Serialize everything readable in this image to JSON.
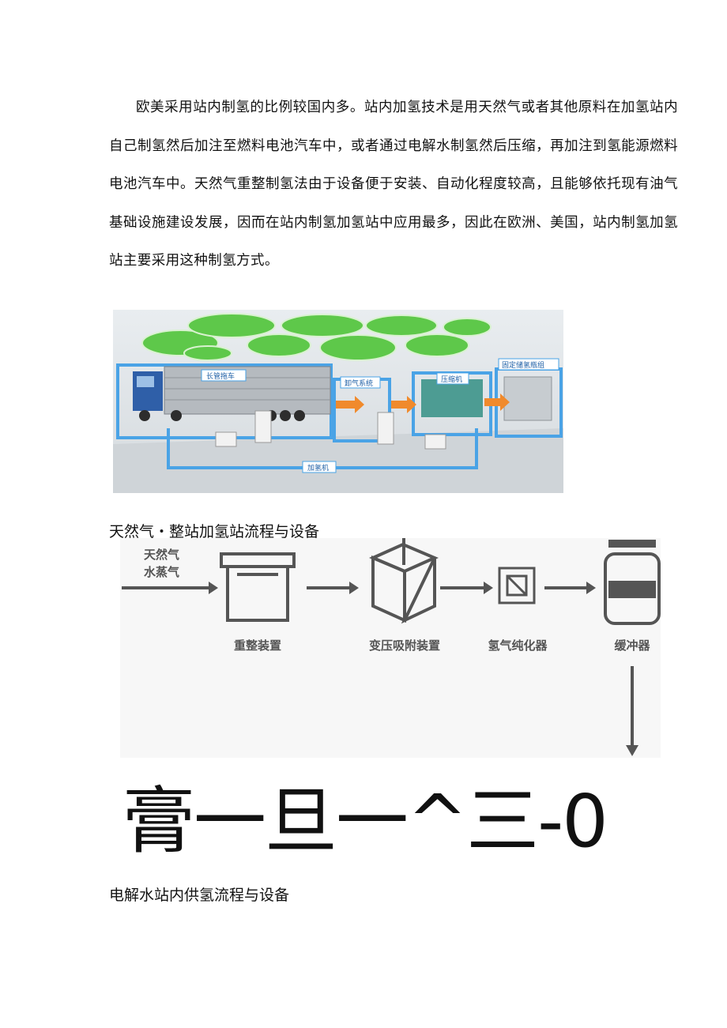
{
  "paragraph": "欧美采用站内制氢的比例较国内多。站内加氢技术是用天然气或者其他原料在加氢站内自己制氢然后加注至燃料电池汽车中，或者通过电解水制氢然后压缩，再加注到氢能源燃料电池汽车中。天然气重整制氢法由于设备便于安装、自动化程度较高，且能够依托现有油气基础设施建设发展，因而在站内制氢加氢站中应用最多，因此在欧洲、美国，站内制氢加氢站主要采用这种制氢方式。",
  "photo": {
    "labels": {
      "tube_trailer": "长管拖车",
      "unloading": "卸气系统",
      "compressor": "压缩机",
      "storage": "固定储氢瓶组",
      "dispenser": "加氢机"
    }
  },
  "caption1": "天然气・整站加氢站流程与设备",
  "flow": {
    "input_line1": "天然气",
    "input_line2": "水蒸气",
    "steps": [
      "重整装置",
      "变压吸附装置",
      "氢气纯化器",
      "缓冲器"
    ]
  },
  "garbled_line": "膏一旦一^三-0",
  "caption2": "电解水站内供氢流程与设备",
  "colors": {
    "canopy_green": "#5ec84a",
    "frame_blue": "#4aa3e6",
    "arrow_orange": "#f08a2c",
    "flow_gray": "#555555"
  }
}
